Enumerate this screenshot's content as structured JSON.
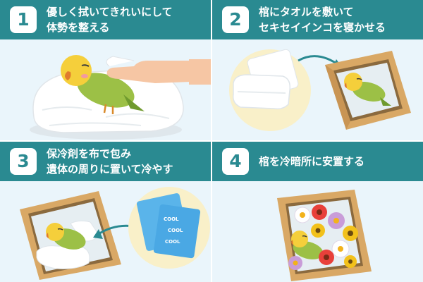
{
  "steps": [
    {
      "number": "1",
      "lines": [
        "優しく拭いてきれいにして",
        "体勢を整える"
      ]
    },
    {
      "number": "2",
      "lines": [
        "棺にタオルを敷いて",
        "セキセイインコを寝かせる"
      ]
    },
    {
      "number": "3",
      "lines": [
        "保冷剤を布で包み",
        "遺体の周りに置いて冷やす"
      ]
    },
    {
      "number": "4",
      "lines": [
        "棺を冷暗所に安置する"
      ]
    }
  ],
  "ice_pack_text": "COOL",
  "colors": {
    "header": "#2a8a91",
    "panel_bg": "#eaf5fb",
    "badge_bg": "#ffffff",
    "box": "#d9a865",
    "bird_green": "#9cc046",
    "bird_yellow": "#f5cf3b",
    "ice_blue": "#5ab4ea"
  },
  "icons": [
    "bird-icon",
    "towel-icon",
    "hand-icon",
    "box-icon",
    "arrow-icon",
    "ice-pack-icon",
    "flower-icon"
  ]
}
